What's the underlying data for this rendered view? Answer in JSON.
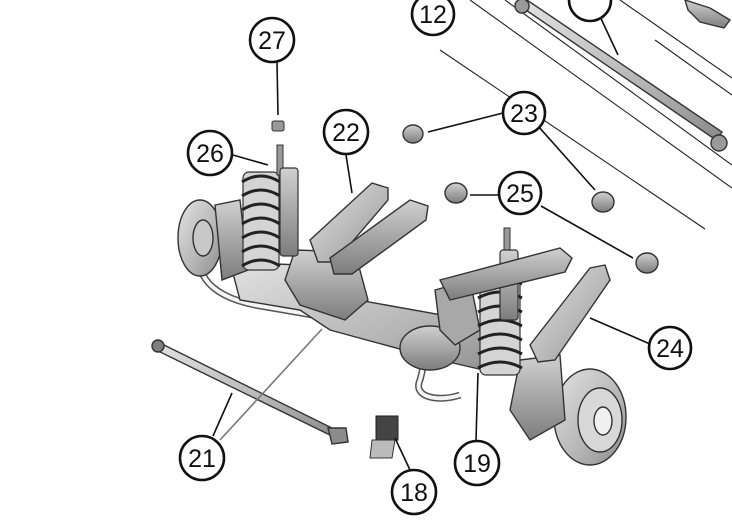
{
  "callouts": [
    {
      "id": "c12",
      "label": "12"
    },
    {
      "id": "c13",
      "label": ""
    },
    {
      "id": "c27",
      "label": "27"
    },
    {
      "id": "c26",
      "label": "26"
    },
    {
      "id": "c22",
      "label": "22"
    },
    {
      "id": "c23",
      "label": "23"
    },
    {
      "id": "c25",
      "label": "25"
    },
    {
      "id": "c24",
      "label": "24"
    },
    {
      "id": "c21",
      "label": "21"
    },
    {
      "id": "c19",
      "label": "19"
    },
    {
      "id": "c18",
      "label": "18"
    }
  ],
  "colors": {
    "line": "#111111",
    "part_fill": "#b8b8b8",
    "part_dark": "#8c8c8c",
    "part_light": "#dcdcdc"
  }
}
